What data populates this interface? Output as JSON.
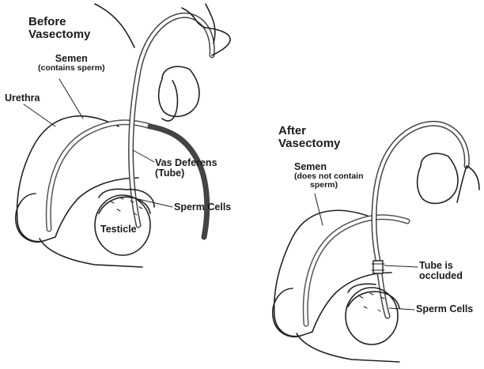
{
  "before": {
    "title_line1": "Before",
    "title_line2": "Vasectomy",
    "semen_line1": "Semen",
    "semen_line2": "(contains sperm)",
    "urethra": "Urethra",
    "vas_line1": "Vas Deferens",
    "vas_line2": "(Tube)",
    "sperm_cells": "Sperm Cells",
    "testicle": "Testicle"
  },
  "after": {
    "title_line1": "After",
    "title_line2": "Vasectomy",
    "semen_line1": "Semen",
    "semen_line2": "(does not contain",
    "semen_line3": "sperm)",
    "tube_line1": "Tube is",
    "tube_line2": "occluded",
    "sperm_cells": "Sperm Cells"
  }
}
